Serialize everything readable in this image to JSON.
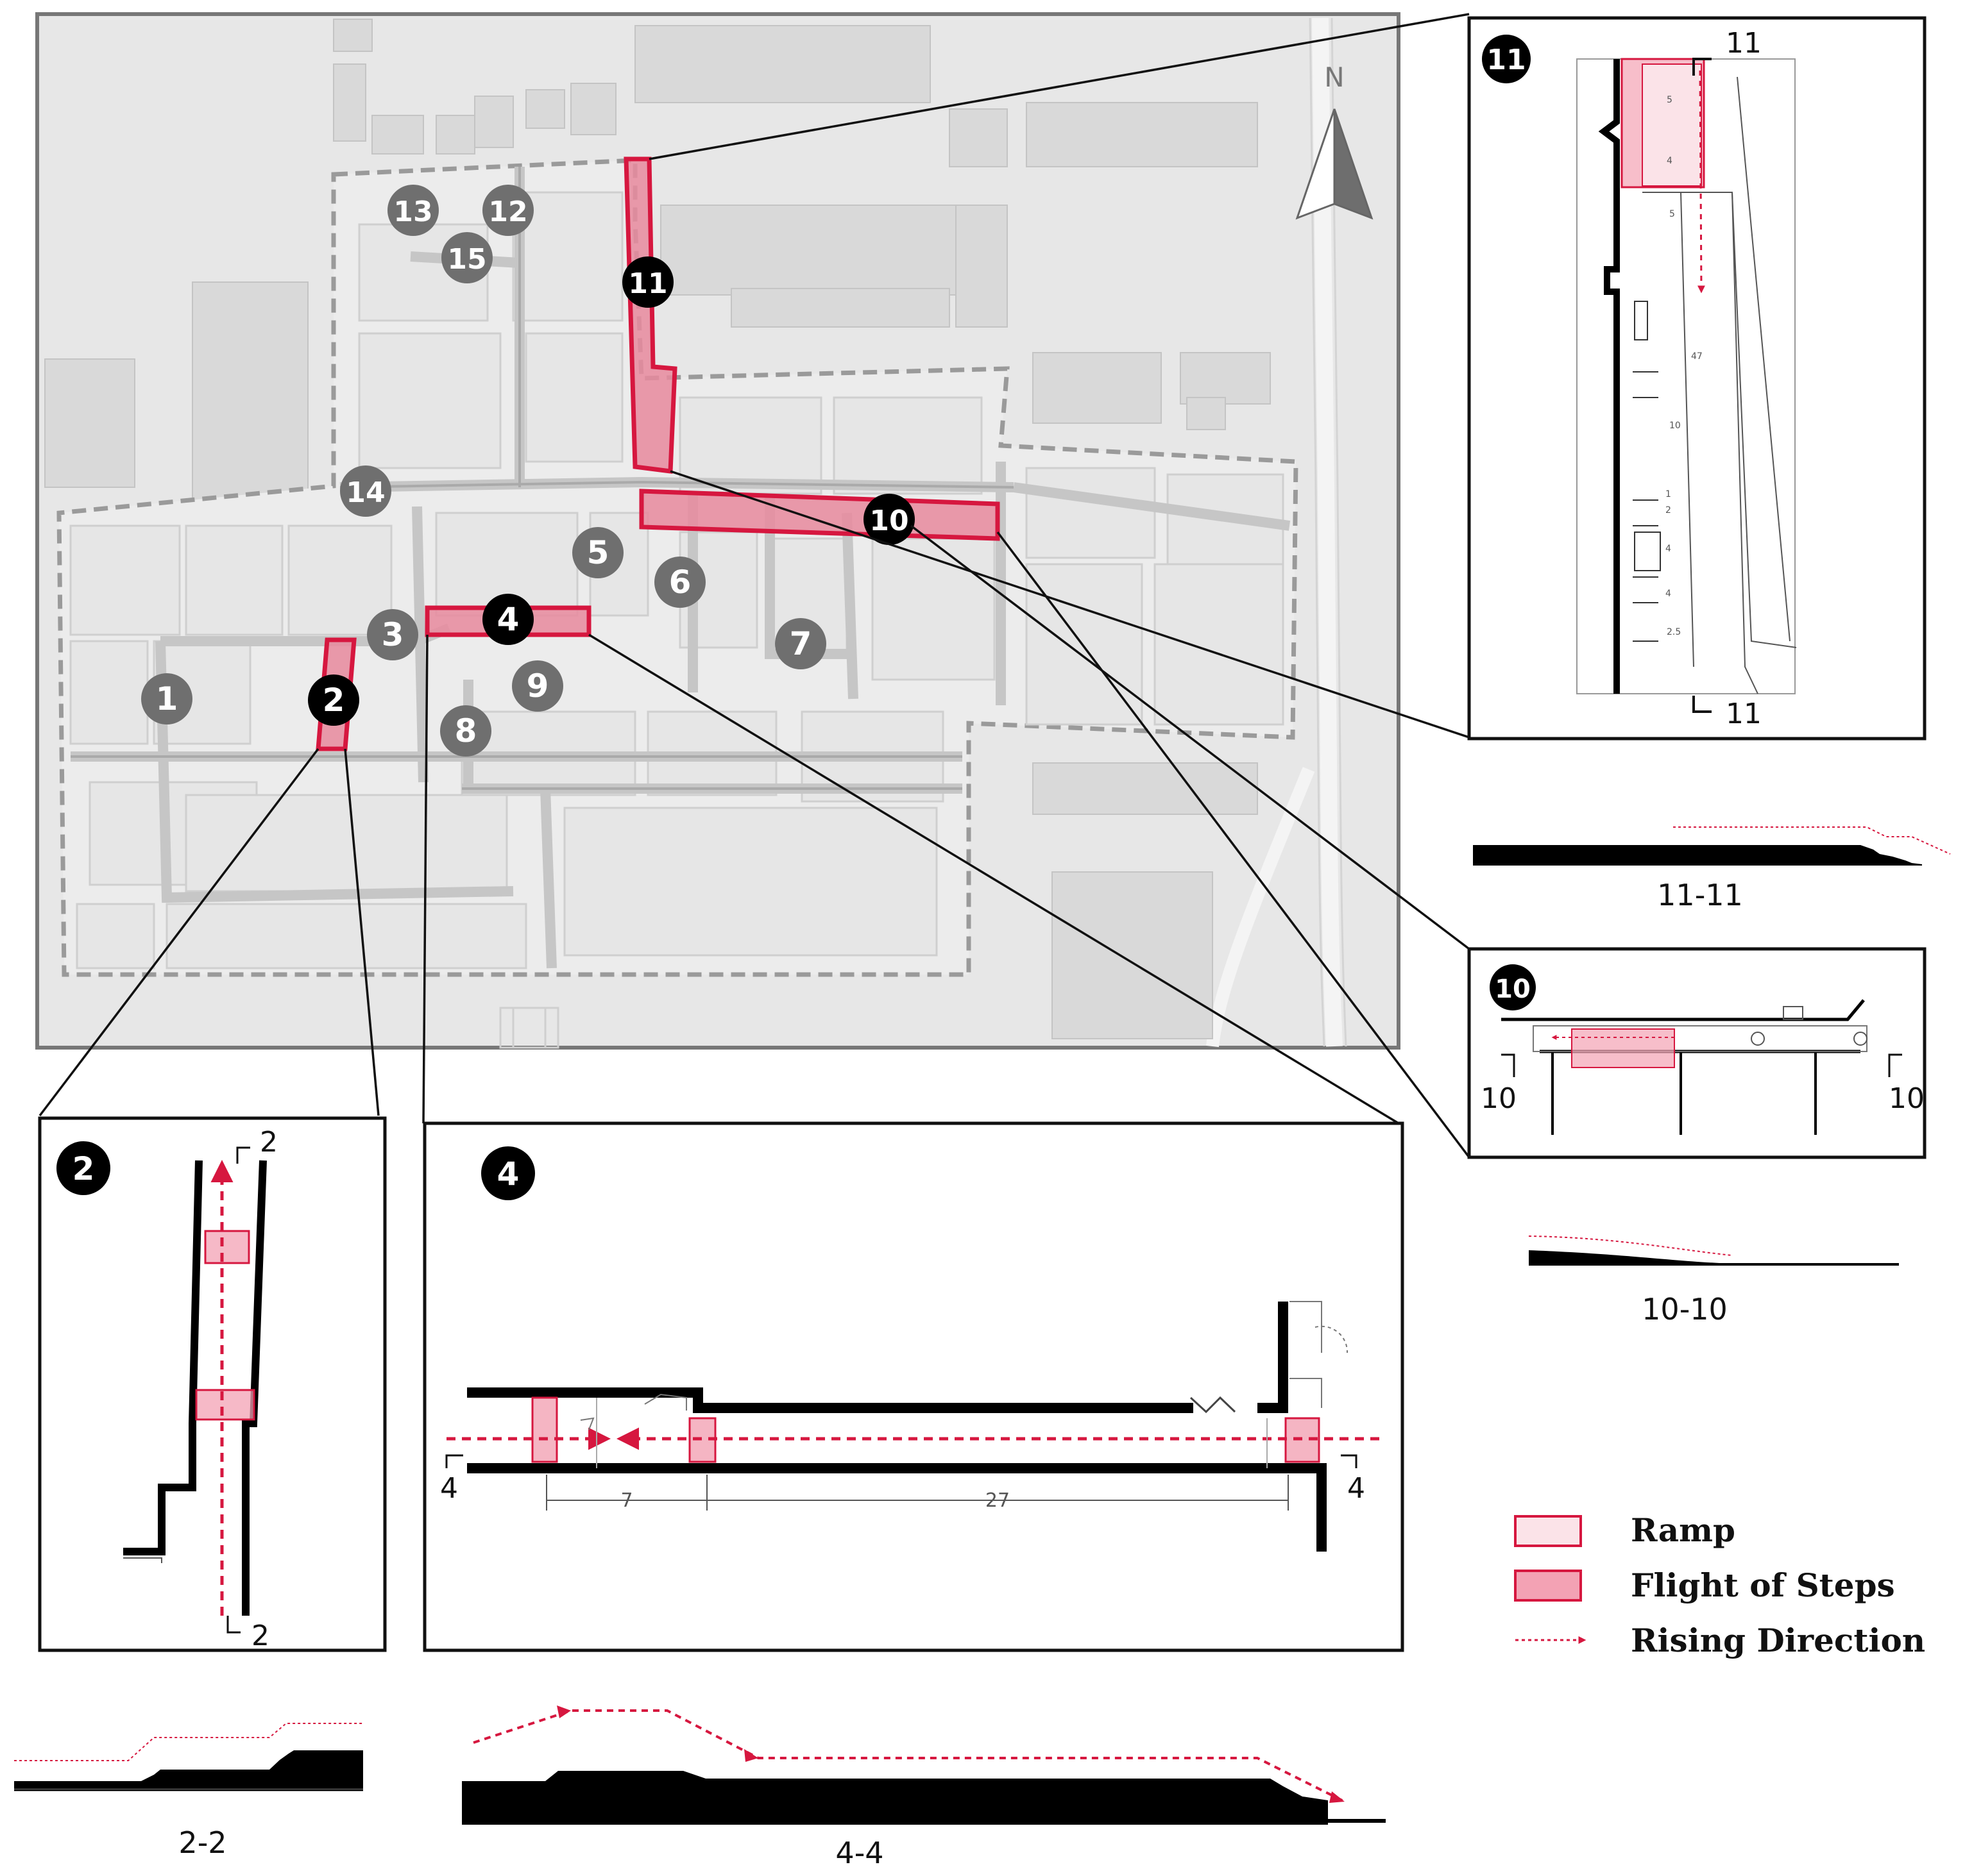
{
  "north_label": "N",
  "map_markers": [
    {
      "id": "1",
      "style": "grey"
    },
    {
      "id": "2",
      "style": "black"
    },
    {
      "id": "3",
      "style": "grey"
    },
    {
      "id": "4",
      "style": "black"
    },
    {
      "id": "5",
      "style": "grey"
    },
    {
      "id": "6",
      "style": "grey"
    },
    {
      "id": "7",
      "style": "grey"
    },
    {
      "id": "8",
      "style": "grey"
    },
    {
      "id": "9",
      "style": "grey"
    },
    {
      "id": "10",
      "style": "black"
    },
    {
      "id": "11",
      "style": "black"
    },
    {
      "id": "12",
      "style": "grey"
    },
    {
      "id": "13",
      "style": "grey"
    },
    {
      "id": "14",
      "style": "grey"
    },
    {
      "id": "15",
      "style": "grey"
    }
  ],
  "details": {
    "d2": {
      "badge": "2",
      "cut": "2",
      "dims": []
    },
    "d4": {
      "badge": "4",
      "cut": "4",
      "dims": [
        "7",
        "27"
      ]
    },
    "d10": {
      "badge": "10",
      "cut": "10",
      "dims": []
    },
    "d11": {
      "badge": "11",
      "cut": "11",
      "dims": [
        "5",
        "4",
        "5",
        "47",
        "10",
        "1",
        "2",
        "4",
        "4",
        "2.5"
      ]
    }
  },
  "profiles": {
    "p2": "2-2",
    "p4": "4-4",
    "p10": "10-10",
    "p11": "11-11"
  },
  "legend": {
    "items": [
      {
        "label": "Ramp",
        "kind": "ramp"
      },
      {
        "label": "Flight of Steps",
        "kind": "steps"
      },
      {
        "label": "Rising Direction",
        "kind": "arrow"
      }
    ]
  },
  "colors": {
    "accent_red": "#d6173f",
    "ramp_fill": "#fbe3e8",
    "steps_fill": "#f3a2b4",
    "map_bg": "#e7e7e7",
    "marker_grey": "#6f6f6f",
    "marker_black": "#000000"
  }
}
